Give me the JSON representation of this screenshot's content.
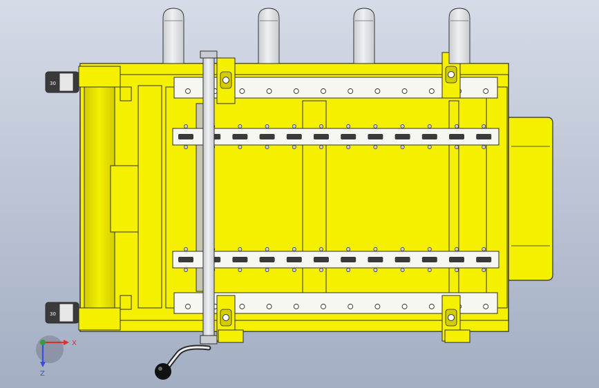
{
  "scene": {
    "colors": {
      "background_top": "#d5dbe7",
      "background_bottom": "#a3aec3",
      "frame": "#f4f000",
      "frame_shade": "#d2cc00",
      "outline": "#2b2b2b",
      "roller": "#eef0f2",
      "roller_shade": "#c9ccd0",
      "rail": "#f7f7f2",
      "slot": "#3a3a3a",
      "knob": "#111111",
      "axis_x": "#d9342b",
      "axis_y": "#2ea043",
      "axis_z": "#3b4fd6"
    },
    "rollers": {
      "count": 4
    },
    "roller_rails": {
      "count": 2,
      "bolts_per_rail": 12
    },
    "slotted_bars": {
      "count": 2,
      "slots_per_bar": 12
    },
    "wheels": [
      {
        "label": "30"
      },
      {
        "label": "30"
      }
    ],
    "hand_crank": {
      "knob": "ball"
    }
  },
  "axis_triad": {
    "x_label": "X",
    "z_label": "Z"
  }
}
